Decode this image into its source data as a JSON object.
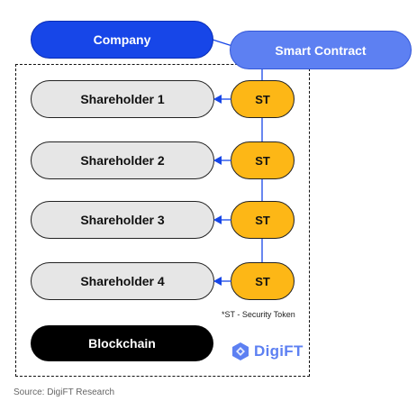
{
  "diagram": {
    "company_label": "Company",
    "smart_contract_label": "Smart Contract",
    "shareholders": [
      {
        "label": "Shareholder 1",
        "token": "ST"
      },
      {
        "label": "Shareholder 2",
        "token": "ST"
      },
      {
        "label": "Shareholder 3",
        "token": "ST"
      },
      {
        "label": "Shareholder 4",
        "token": "ST"
      }
    ],
    "footnote": "*ST - Security Token",
    "blockchain_label": "Blockchain",
    "logo_text": "DigiFT",
    "source": "Source: DigiFT Research"
  },
  "colors": {
    "company": "#1746e8",
    "smart_contract": "#5d80f2",
    "shareholder": "#e6e6e6",
    "token": "#fdb716",
    "connector": "#1746e8",
    "blockchain": "#000000"
  }
}
